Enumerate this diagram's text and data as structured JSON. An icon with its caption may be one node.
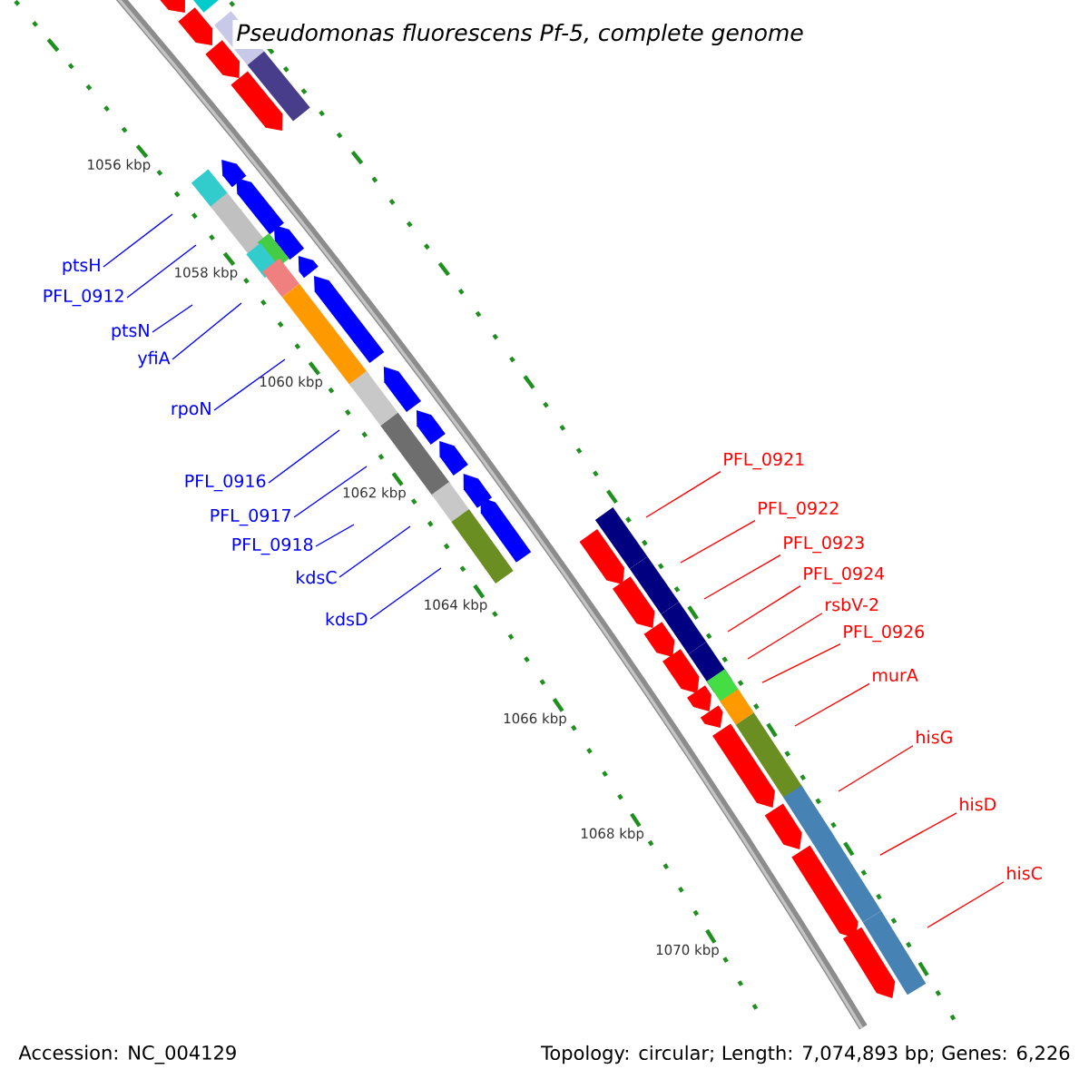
{
  "diagram": {
    "title": "Pseudomonas fluorescens Pf-5, complete genome",
    "nodes": [
      {
        "text": [
          "ptsH"
        ]
      },
      {
        "text": [
          "PFL_0912"
        ]
      },
      {
        "text": [
          "ptsN"
        ]
      },
      {
        "text": [
          "yfiA"
        ]
      },
      {
        "text": [
          "rpoN"
        ]
      },
      {
        "text": [
          "PFL_0916"
        ]
      },
      {
        "text": [
          "PFL_0917"
        ]
      },
      {
        "text": [
          "PFL_0918"
        ]
      },
      {
        "text": [
          "kdsC"
        ]
      },
      {
        "text": [
          "kdsD"
        ]
      },
      {
        "text": [
          "PFL_0921"
        ]
      },
      {
        "text": [
          "PFL_0922"
        ]
      },
      {
        "text": [
          "PFL_0923"
        ]
      },
      {
        "text": [
          "PFL_0924"
        ]
      },
      {
        "text": [
          "rsbV-2"
        ]
      },
      {
        "text": [
          "PFL_0926"
        ]
      },
      {
        "text": [
          "murA"
        ]
      },
      {
        "text": [
          "hisG"
        ]
      },
      {
        "text": [
          "hisD"
        ]
      },
      {
        "text": [
          "hisC"
        ]
      }
    ],
    "edges": [
      {
        "from": 0,
        "to": null,
        "arrow": "none",
        "color": "#0000ff"
      },
      {
        "from": 1,
        "to": null,
        "arrow": "none",
        "color": "#0000ff"
      },
      {
        "from": 2,
        "to": null,
        "arrow": "none",
        "color": "#0000ff"
      },
      {
        "from": 3,
        "to": null,
        "arrow": "none",
        "color": "#0000ff"
      },
      {
        "from": 4,
        "to": null,
        "arrow": "none",
        "color": "#0000ff"
      },
      {
        "from": 5,
        "to": null,
        "arrow": "none",
        "color": "#0000ff"
      },
      {
        "from": 6,
        "to": null,
        "arrow": "none",
        "color": "#0000ff"
      },
      {
        "from": 7,
        "to": null,
        "arrow": "none",
        "color": "#0000ff"
      },
      {
        "from": 8,
        "to": null,
        "arrow": "none",
        "color": "#0000ff"
      },
      {
        "from": 9,
        "to": null,
        "arrow": "none",
        "color": "#0000ff"
      },
      {
        "from": 10,
        "to": null,
        "arrow": "none",
        "color": "#ff0000"
      },
      {
        "from": 11,
        "to": null,
        "arrow": "none",
        "color": "#ff0000"
      },
      {
        "from": 12,
        "to": null,
        "arrow": "none",
        "color": "#ff0000"
      },
      {
        "from": 13,
        "to": null,
        "arrow": "none",
        "color": "#ff0000"
      },
      {
        "from": 14,
        "to": null,
        "arrow": "none",
        "color": "#ff0000"
      },
      {
        "from": 15,
        "to": null,
        "arrow": "none",
        "color": "#ff0000"
      },
      {
        "from": 16,
        "to": null,
        "arrow": "none",
        "color": "#ff0000"
      },
      {
        "from": 17,
        "to": null,
        "arrow": "none",
        "color": "#ff0000"
      },
      {
        "from": 18,
        "to": null,
        "arrow": "none",
        "color": "#ff0000"
      },
      {
        "from": 19,
        "to": null,
        "arrow": "none",
        "color": "#ff0000"
      }
    ],
    "labels": [
      "1056 kbp",
      "1058 kbp",
      "1060 kbp",
      "1062 kbp",
      "1064 kbp",
      "1066 kbp",
      "1068 kbp",
      "1070 kbp",
      "Accession: NC_004129",
      "Topology: circular; Length: 7,074,893 bp; Genes: 6,226"
    ]
  }
}
